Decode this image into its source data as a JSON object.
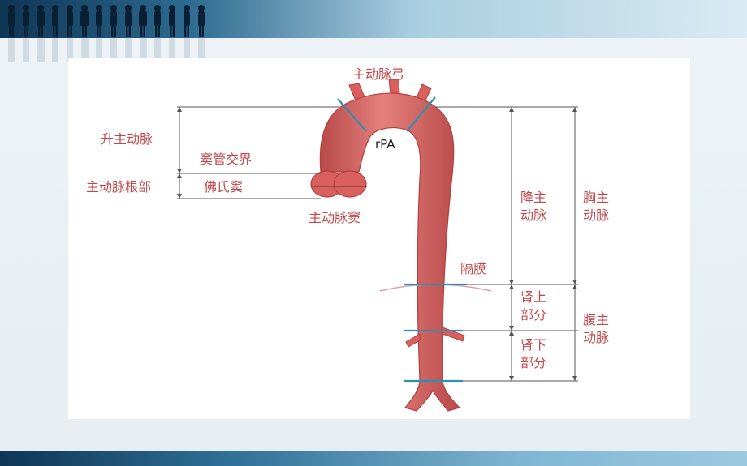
{
  "diagram": {
    "labels": {
      "aortic_arch": "主动脉弓",
      "ascending_aorta": "升主动脉",
      "sinotubular_junction": "窦管交界",
      "aortic_root": "主动脉根部",
      "sinus_of_valsalva": "佛氏窦",
      "aortic_sinus": "主动脉窦",
      "rpa": "rPA",
      "descending_aorta": "降主\n动脉",
      "thoracic_aorta": "胸主\n动脉",
      "diaphragm": "隔膜",
      "suprarenal": "肾上\n部分",
      "infrarenal": "肾下\n部分",
      "abdominal_aorta": "腹主\n动脉"
    },
    "colors": {
      "label_text": "#c4484b",
      "vessel": "#d9605f",
      "vessel_dark": "#b2403f",
      "marker_line": "#2f8fb0",
      "bracket": "#555555"
    }
  }
}
